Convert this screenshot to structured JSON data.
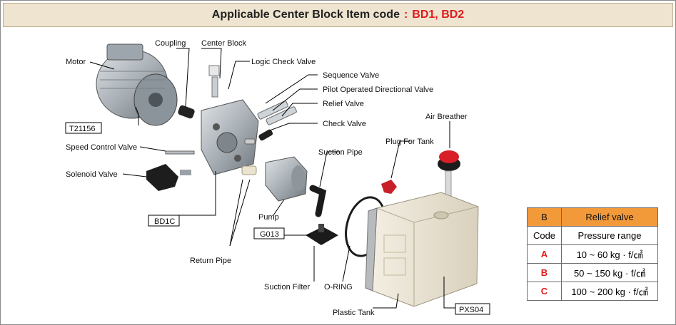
{
  "header": {
    "title": "Applicable Center Block Item code",
    "colon": ":",
    "codes": "BD1, BD2"
  },
  "labels": {
    "motor": "Motor",
    "coupling": "Coupling",
    "center_block": "Center Block",
    "logic_check_valve": "Logic Check Valve",
    "sequence_valve": "Sequence Valve",
    "pilot_valve": "Pilot Operated Directional Valve",
    "relief_valve": "Relief Valve",
    "check_valve": "Check Valve",
    "air_breather": "Air Breather",
    "plug_for_tank": "Plug For Tank",
    "suction_pipe": "Suction Pipe",
    "speed_control_valve": "Speed Control Valve",
    "solenoid_valve": "Solenoid Valve",
    "pump": "Pump",
    "return_pipe": "Return Pipe",
    "suction_filter": "Suction Filter",
    "o_ring": "O-RING",
    "plastic_tank": "Plastic Tank"
  },
  "codes": {
    "motor_code": "T21156",
    "block_code": "BD1C",
    "pump_code": "G013",
    "tank_code": "PXS04"
  },
  "relief_table": {
    "header": [
      "B",
      "Relief valve"
    ],
    "subheader": [
      "Code",
      "Pressure range"
    ],
    "rows": [
      {
        "code": "A",
        "range": "10 ~ 60 kg · f/㎠"
      },
      {
        "code": "B",
        "range": "50 ~ 150 kg · f/㎠"
      },
      {
        "code": "C",
        "range": "100 ~ 200 kg · f/㎠"
      }
    ],
    "header_color": "#f2993a",
    "code_color": "#e01b1b"
  }
}
